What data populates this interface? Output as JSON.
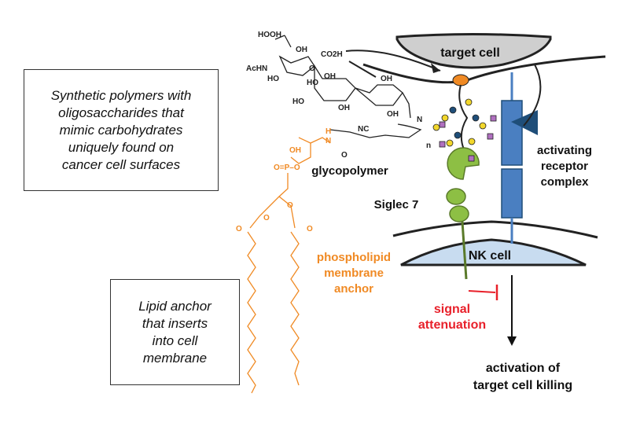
{
  "boxes": {
    "synthetic_polymers": [
      "Synthetic polymers with",
      "oligosaccharides that",
      "mimic carbohydrates",
      "uniquely found on",
      "cancer cell surfaces"
    ],
    "lipid_anchor": [
      "Lipid anchor",
      "that inserts",
      "into cell",
      "membrane"
    ]
  },
  "labels": {
    "target_cell": "target cell",
    "nk_cell": "NK cell",
    "glycopolymer": "glycopolymer",
    "siglec7": "Siglec 7",
    "activating_receptor": [
      "activating",
      "receptor",
      "complex"
    ],
    "phospholipid": [
      "phospholipid",
      "membrane",
      "anchor"
    ],
    "signal_attenuation": [
      "signal",
      "attenuation"
    ],
    "activation_killing": [
      "activation of",
      "target cell killing"
    ]
  },
  "chem_labels": {
    "ho1": "HO",
    "oh1": "OH",
    "oh2": "OH",
    "co2h": "CO2H",
    "achn": "AcHN",
    "ho2": "HO",
    "o1": "O",
    "oh3": "OH",
    "ho3": "HO",
    "oh4": "OH",
    "ho4": "HO",
    "oh5": "OH",
    "oh6": "OH",
    "n1": "N",
    "nc": "NC",
    "n_sub": "n",
    "oh_p": "OH",
    "p_eq": "O=P–O",
    "h_n": "H",
    "n_amide": "N",
    "o_amide": "O",
    "o_ester1": "O",
    "o_ester2": "O",
    "o_chain1": "O",
    "o_chain2": "O"
  },
  "colors": {
    "orange": "#f08a24",
    "red": "#e8202a",
    "blue": "#4a7fc1",
    "dark_blue": "#1f4e79",
    "green": "#8dbf44",
    "olive": "#5a7a2a",
    "grey_cell": "#cfcfcf",
    "nk_fill": "#c8dcf0"
  }
}
